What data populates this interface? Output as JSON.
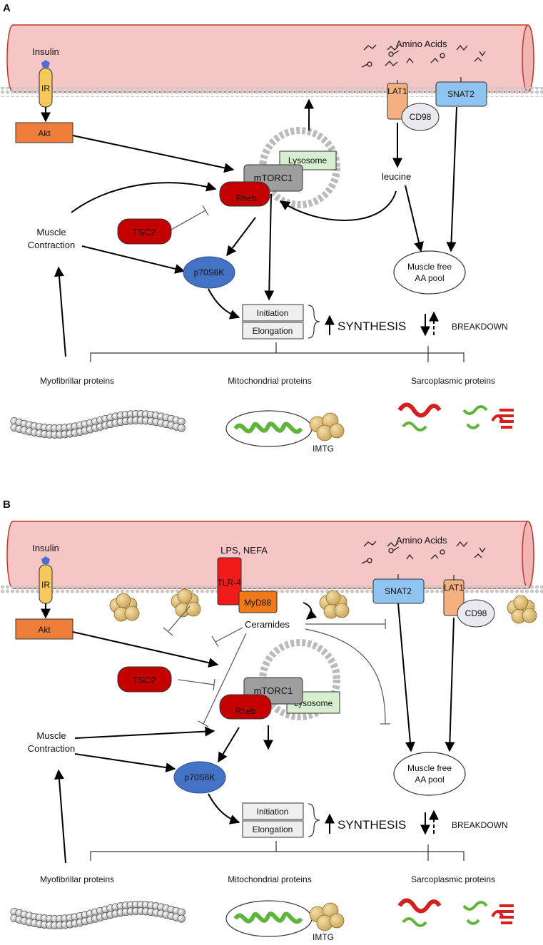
{
  "colors": {
    "vessel": "#f6c6c6",
    "vessel_stroke": "#c0392b",
    "receptor_yellow": "#f5c95b",
    "akt_orange": "#ee7e3a",
    "lat1_orange": "#f5b07f",
    "snat2_blue": "#8fc4f0",
    "red_node": "#c40000",
    "p70_blue": "#4472c4",
    "mtorc_gray": "#9e9e9e",
    "lysosome_green": "#d7efcf",
    "fat_droplet": "#e8c77a"
  },
  "panels": [
    {
      "letter": "A",
      "insulin": "Insulin",
      "ir": "IR",
      "akt": "Akt",
      "amino_acids": "Amino Acids",
      "lat1": "LAT1",
      "cd98": "CD98",
      "snat2": "SNAT2",
      "leucine": "leucine",
      "lysosome": "Lysosome",
      "mtorc1": "mTORC1",
      "rheb": "Rheb",
      "tsc2": "TSC2",
      "muscle_contraction_1": "Muscle",
      "muscle_contraction_2": "Contraction",
      "p70s6k": "p70S6K",
      "aa_pool_1": "Muscle free",
      "aa_pool_2": "AA pool",
      "initiation": "Initiation",
      "elongation": "Elongation",
      "synthesis": "SYNTHESIS",
      "breakdown": "BREAKDOWN",
      "myofibrillar": "Myofibrillar proteins",
      "mitochondrial": "Mitochondrial proteins",
      "sarcoplasmic": "Sarcoplasmic proteins",
      "imtg": "IMTG"
    },
    {
      "letter": "B",
      "insulin": "Insulin",
      "ir": "IR",
      "akt": "Akt",
      "amino_acids": "Amino Acids",
      "lps_nefa": "LPS, NEFA",
      "tlr4": "TLR-4",
      "myd88": "MyD88",
      "ceramides": "Ceramides",
      "snat2": "SNAT2",
      "lat1": "LAT1",
      "cd98": "CD98",
      "lysosome": "Lysosome",
      "mtorc1": "mTORC1",
      "rheb": "Rheb",
      "tsc2": "TSC2",
      "muscle_contraction_1": "Muscle",
      "muscle_contraction_2": "Contraction",
      "p70s6k": "p70S6K",
      "aa_pool_1": "Muscle free",
      "aa_pool_2": "AA pool",
      "initiation": "Initiation",
      "elongation": "Elongation",
      "synthesis": "SYNTHESIS",
      "breakdown": "BREAKDOWN",
      "myofibrillar": "Myofibrillar proteins",
      "mitochondrial": "Mitochondrial proteins",
      "sarcoplasmic": "Sarcoplasmic proteins",
      "imtg": "IMTG"
    }
  ]
}
